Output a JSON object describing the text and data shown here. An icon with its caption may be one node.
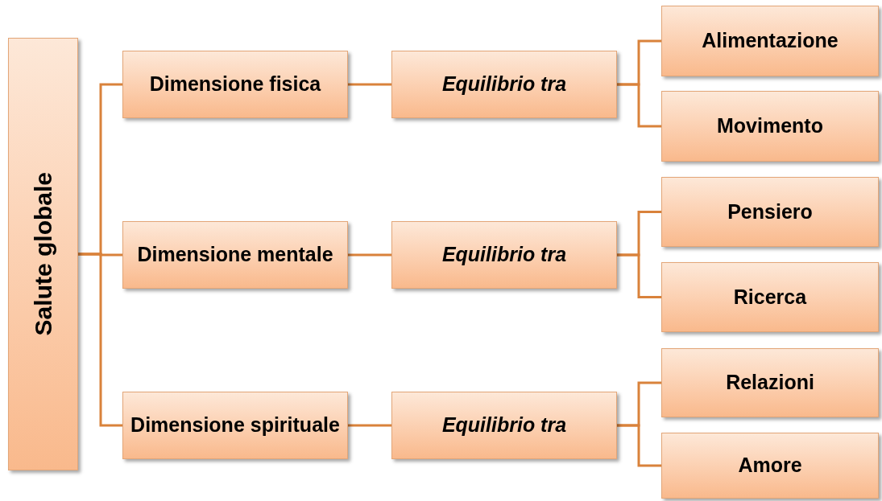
{
  "diagram": {
    "nodes": [
      {
        "text": [
          "Salute globale"
        ]
      },
      {
        "text": [
          "Dimensione fisica"
        ]
      },
      {
        "text": [
          "Equilibrio tra"
        ]
      },
      {
        "text": [
          "Alimentazione"
        ]
      },
      {
        "text": [
          "Movimento"
        ]
      },
      {
        "text": [
          "Dimensione mentale"
        ]
      },
      {
        "text": [
          "Equilibrio tra"
        ]
      },
      {
        "text": [
          "Pensiero"
        ]
      },
      {
        "text": [
          "Ricerca"
        ]
      },
      {
        "text": [
          "Dimensione spirituale"
        ]
      },
      {
        "text": [
          "Equilibrio tra"
        ]
      },
      {
        "text": [
          "Relazioni"
        ]
      },
      {
        "text": [
          "Amore"
        ]
      }
    ],
    "edges": [
      {
        "from": 0,
        "to": 1,
        "arrow": "none"
      },
      {
        "from": 0,
        "to": 5,
        "arrow": "none"
      },
      {
        "from": 0,
        "to": 9,
        "arrow": "none"
      },
      {
        "from": 1,
        "to": 2,
        "arrow": "none"
      },
      {
        "from": 2,
        "to": 3,
        "arrow": "none"
      },
      {
        "from": 2,
        "to": 4,
        "arrow": "none"
      },
      {
        "from": 5,
        "to": 6,
        "arrow": "none"
      },
      {
        "from": 6,
        "to": 7,
        "arrow": "none"
      },
      {
        "from": 6,
        "to": 8,
        "arrow": "none"
      },
      {
        "from": 9,
        "to": 10,
        "arrow": "none"
      },
      {
        "from": 10,
        "to": 11,
        "arrow": "none"
      },
      {
        "from": 10,
        "to": 12,
        "arrow": "none"
      }
    ]
  }
}
